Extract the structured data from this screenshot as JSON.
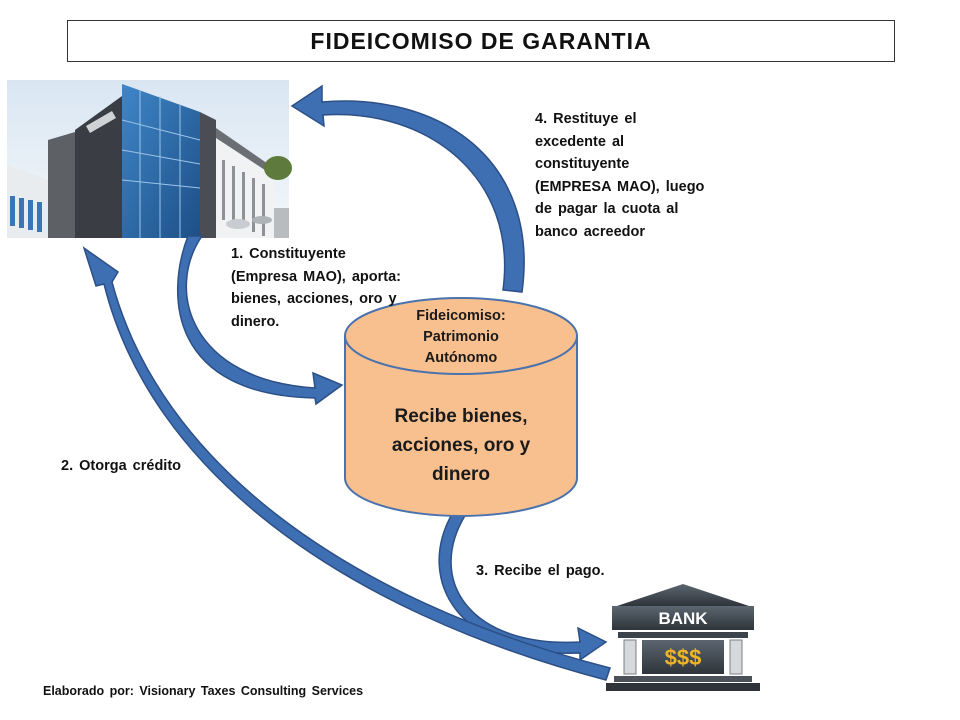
{
  "title": "FIDEICOMISO DE GARANTIA",
  "images": {
    "building": "building-photo",
    "bank": "bank-icon",
    "bank_sign": "BANK",
    "bank_money": "$$$"
  },
  "steps": {
    "step1": "1. Constituyente\n(Empresa MAO), aporta:\nbienes, acciones, oro y\ndinero.",
    "step2": "2. Otorga crédito",
    "step3": "3. Recibe el pago.",
    "step4": "4. Restituye el\nexcedente al\nconstituyente\n(EMPRESA MAO), luego\nde pagar la cuota al\nbanco acreedor"
  },
  "fideicomiso": {
    "header": "Fideicomiso:\nPatrimonio\nAutónomo",
    "body": "Recibe bienes,\nacciones, oro y\ndinero"
  },
  "footer": "Elaborado por: Visionary Taxes Consulting Services",
  "colors": {
    "arrow": "#3f6fb3",
    "arrow_edge": "#2c4f86",
    "cylinder": "#f8c08f",
    "cylinder_edge": "#4a72ad"
  }
}
